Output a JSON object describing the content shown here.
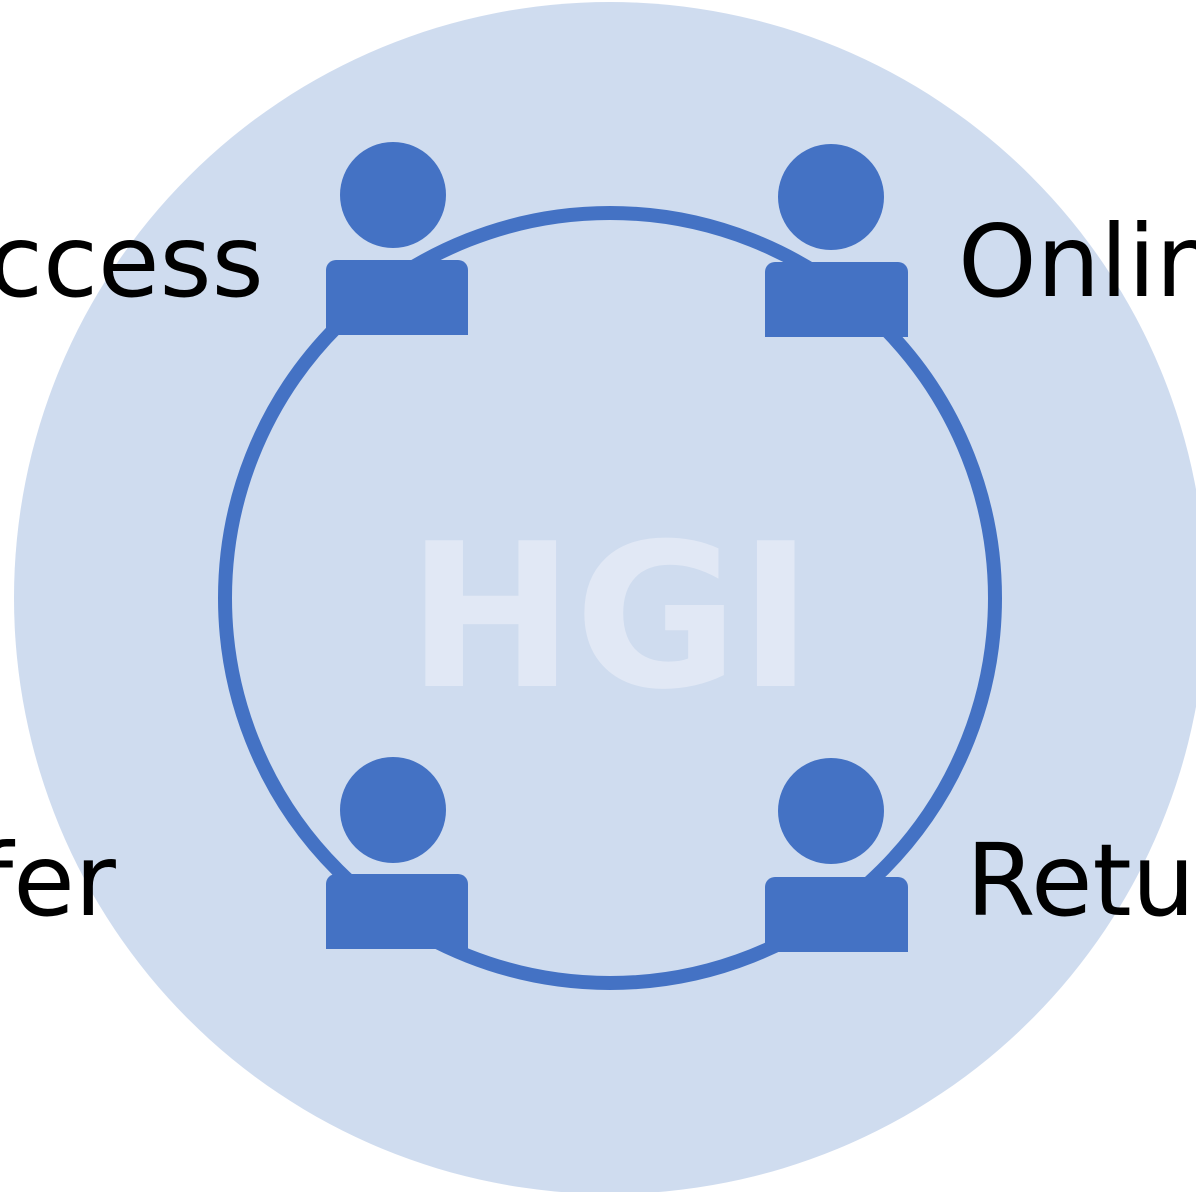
{
  "diagram": {
    "center_label": "HGI",
    "labels": {
      "top_left": "ccess",
      "top_right": "Onlin",
      "bottom_left": "fer",
      "bottom_right": "Retu"
    },
    "nodes": [
      {
        "name": "person-top-left",
        "icon": "person-icon"
      },
      {
        "name": "person-top-right",
        "icon": "person-icon"
      },
      {
        "name": "person-bottom-left",
        "icon": "person-icon"
      },
      {
        "name": "person-bottom-right",
        "icon": "person-icon"
      }
    ],
    "colors": {
      "background_circle": "#cfdcef",
      "ring": "#4472c4",
      "person": "#4472c4",
      "center_label": "#e1e8f5",
      "text": "#000000"
    }
  }
}
